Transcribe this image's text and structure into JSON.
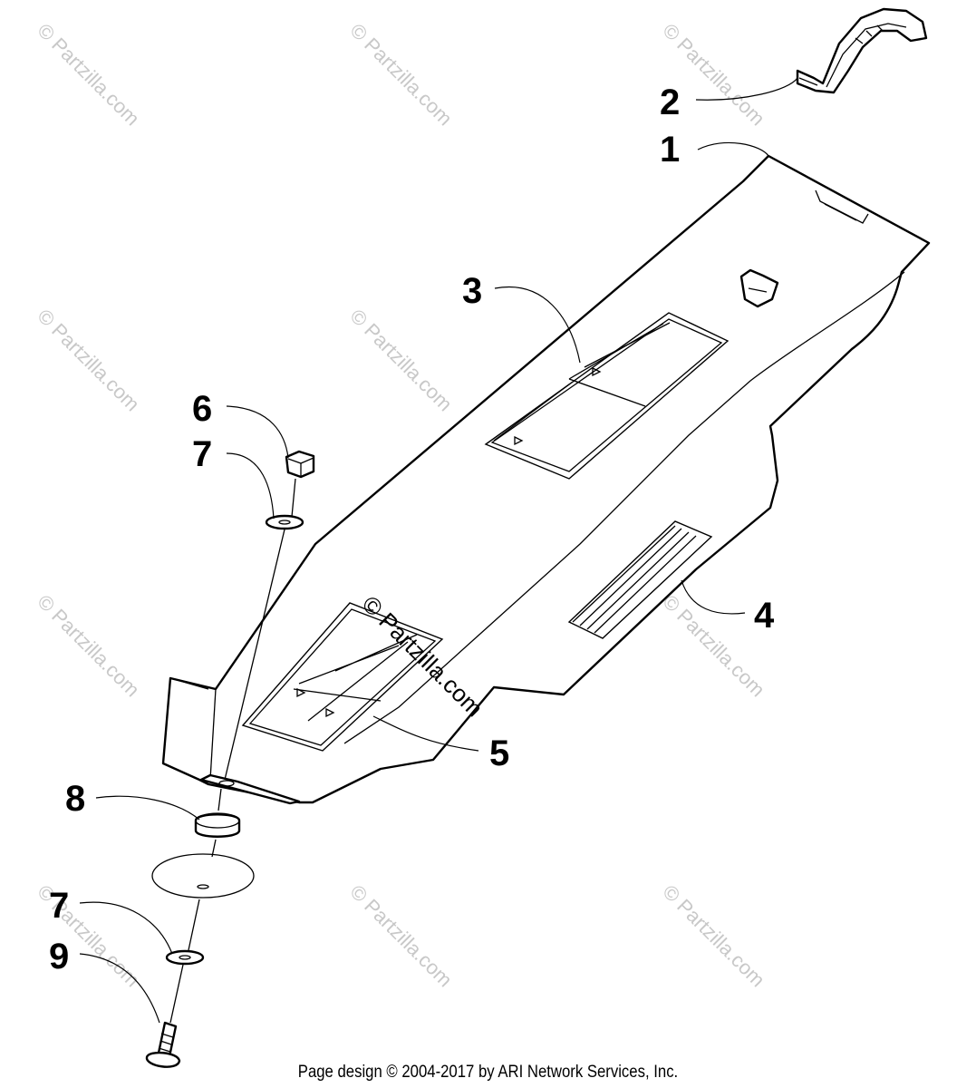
{
  "callouts": {
    "c1": "1",
    "c2": "2",
    "c3": "3",
    "c4": "4",
    "c5": "5",
    "c6": "6",
    "c7a": "7",
    "c7b": "7",
    "c8": "8",
    "c9": "9"
  },
  "watermark": {
    "repeat_text": "© Partzilla.com",
    "center_text": "© Partzilla.com"
  },
  "footer": {
    "text": "Page design © 2004-2017 by ARI Network Services, Inc."
  }
}
